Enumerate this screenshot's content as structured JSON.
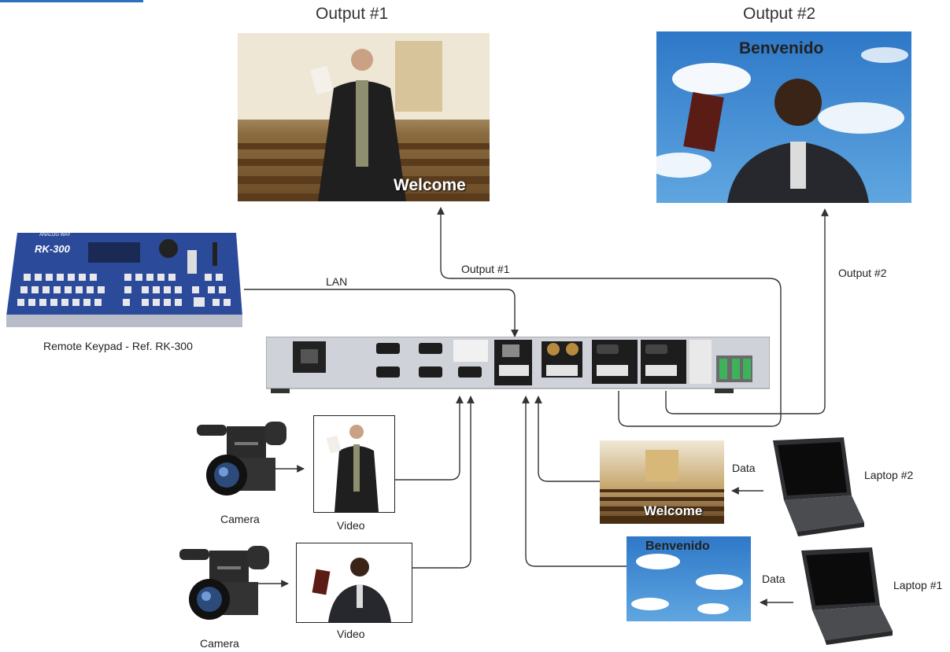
{
  "outputs": {
    "output1_title": "Output #1",
    "output2_title": "Output #2",
    "output1_caption": "Welcome",
    "output2_caption": "Benvenido"
  },
  "lines": {
    "lan": "LAN",
    "output1": "Output #1",
    "output2": "Output #2",
    "data_top": "Data",
    "data_bottom": "Data"
  },
  "keypad": {
    "brand": "ANALOG WAY",
    "model": "RK-300",
    "label": "Remote Keypad - Ref. RK-300"
  },
  "sources": {
    "camera_top": "Camera",
    "camera_bottom": "Camera",
    "video_top": "Video",
    "video_bottom": "Video",
    "laptop1": "Laptop #1",
    "laptop2": "Laptop #2",
    "laptop2_screen_caption": "Welcome",
    "laptop1_screen_caption": "Benvenido"
  },
  "colors": {
    "accent": "#2f6fc0",
    "line": "#333333",
    "sky": "#3d86cf",
    "keypad": "#2c4a9a"
  }
}
